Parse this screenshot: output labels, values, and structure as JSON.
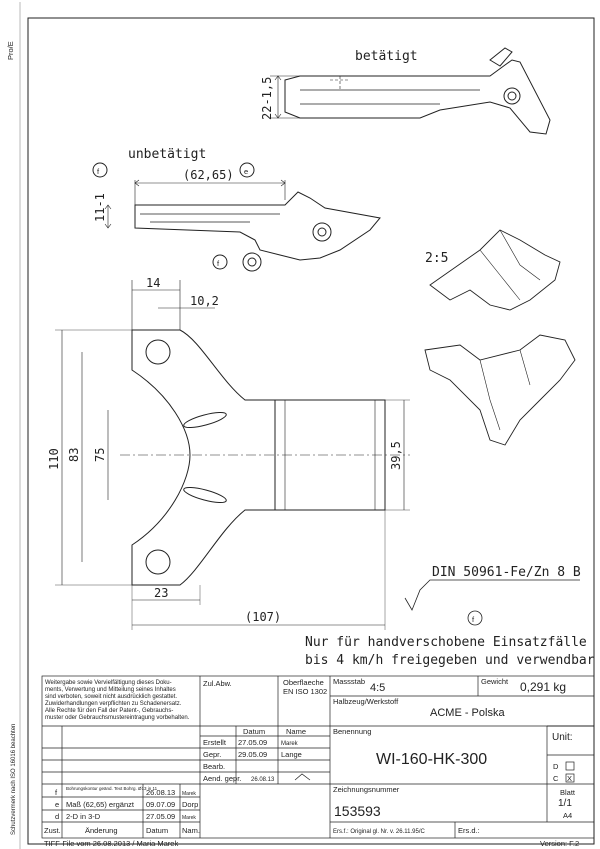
{
  "side": {
    "top_label": "Pro/E",
    "left_note": "Schutzvermerk nach ISO 16016 beachten"
  },
  "views": {
    "actuated": "betätigt",
    "not_actuated": "unbetätigt",
    "scale_detail": "2:5"
  },
  "dims": {
    "d_22_1_5": "22-1,5",
    "d_11_1": "11-1",
    "d_62_65": "(62,65)",
    "mark_e": "e",
    "mark_f": "f",
    "d_14": "14",
    "d_10_2": "10,2",
    "d_110": "110",
    "d_83": "83",
    "d_75": "75",
    "d_39_5": "39,5",
    "d_23": "23",
    "d_107": "(107)"
  },
  "notes": {
    "surface": "DIN 50961-Fe/Zn 8 B",
    "usage_1": "Nur für handverschobene Einsatzfälle",
    "usage_2": "bis 4 km/h freigegeben und verwendbar"
  },
  "title_block": {
    "copyright": [
      "Weitergabe sowie Vervielfältigung dieses Doku-",
      "ments, Verwertung und Mitteilung seines Inhaltes",
      "sind verboten, soweit nicht ausdrücklich gestattet.",
      "Zuwiderhandlungen verpflichten zu Schadenersatz.",
      "Alle Rechte für den Fall der Patent-, Gebrauchs-",
      "muster oder Gebrauchsmustereintragung vorbehalten."
    ],
    "zul_abw": "Zul.Abw.",
    "oberflaeche_label": "Oberflaeche",
    "oberflaeche_value": "EN ISO 1302",
    "massstab_label": "Massstab",
    "massstab_value": "4:5",
    "gewicht_label": "Gewicht",
    "gewicht_value": "0,291 kg",
    "halbzeug_label": "Halbzeug/Werkstoff",
    "company": "ACME - Polska",
    "col_datum": "Datum",
    "col_name": "Name",
    "row_erstellt": "Erstellt",
    "row_gepr": "Gepr.",
    "row_bearb": "Bearb.",
    "row_aend": "Aend. gepr.",
    "erstellt_date": "27.05.09",
    "erstellt_name": "Marek",
    "gepr_date": "29.05.09",
    "gepr_name": "Lange",
    "aend_date": "26.08.13",
    "benennung_label": "Benennung",
    "benennung_value": "WI-160-HK-300",
    "unit_label": "Unit:",
    "unit_d": "D",
    "unit_c": "C",
    "unit_checked": "X",
    "zeichnungsnummer_label": "Zeichnungsnummer",
    "zeichnungsnummer_value": "153593",
    "blatt_label": "Blatt",
    "blatt_value": "1/1",
    "format": "A4",
    "ers_f": "Ers.f.: Original gl. Nr. v. 26.11.95/C",
    "ers_d": "Ers.d.:",
    "col_zust": "Zust.",
    "col_aenderung": "Änderung",
    "col_datum2": "Datum",
    "col_nam": "Nam.",
    "revisions": [
      {
        "zust": "f",
        "text": "Bohrungskontur geänd. Text Bohrg. Ø13 in 11",
        "datum": "26.08.13",
        "name": "Marek"
      },
      {
        "zust": "e",
        "text": "Maß (62,65) ergänzt",
        "datum": "09.07.09",
        "name": "Dorp"
      },
      {
        "zust": "d",
        "text": "2-D in 3-D",
        "datum": "27.05.09",
        "name": "Marek"
      }
    ],
    "footer_left": "TIFF-File vom 26.08.2013 / Maria Marek",
    "footer_right": "Version: F.2"
  }
}
